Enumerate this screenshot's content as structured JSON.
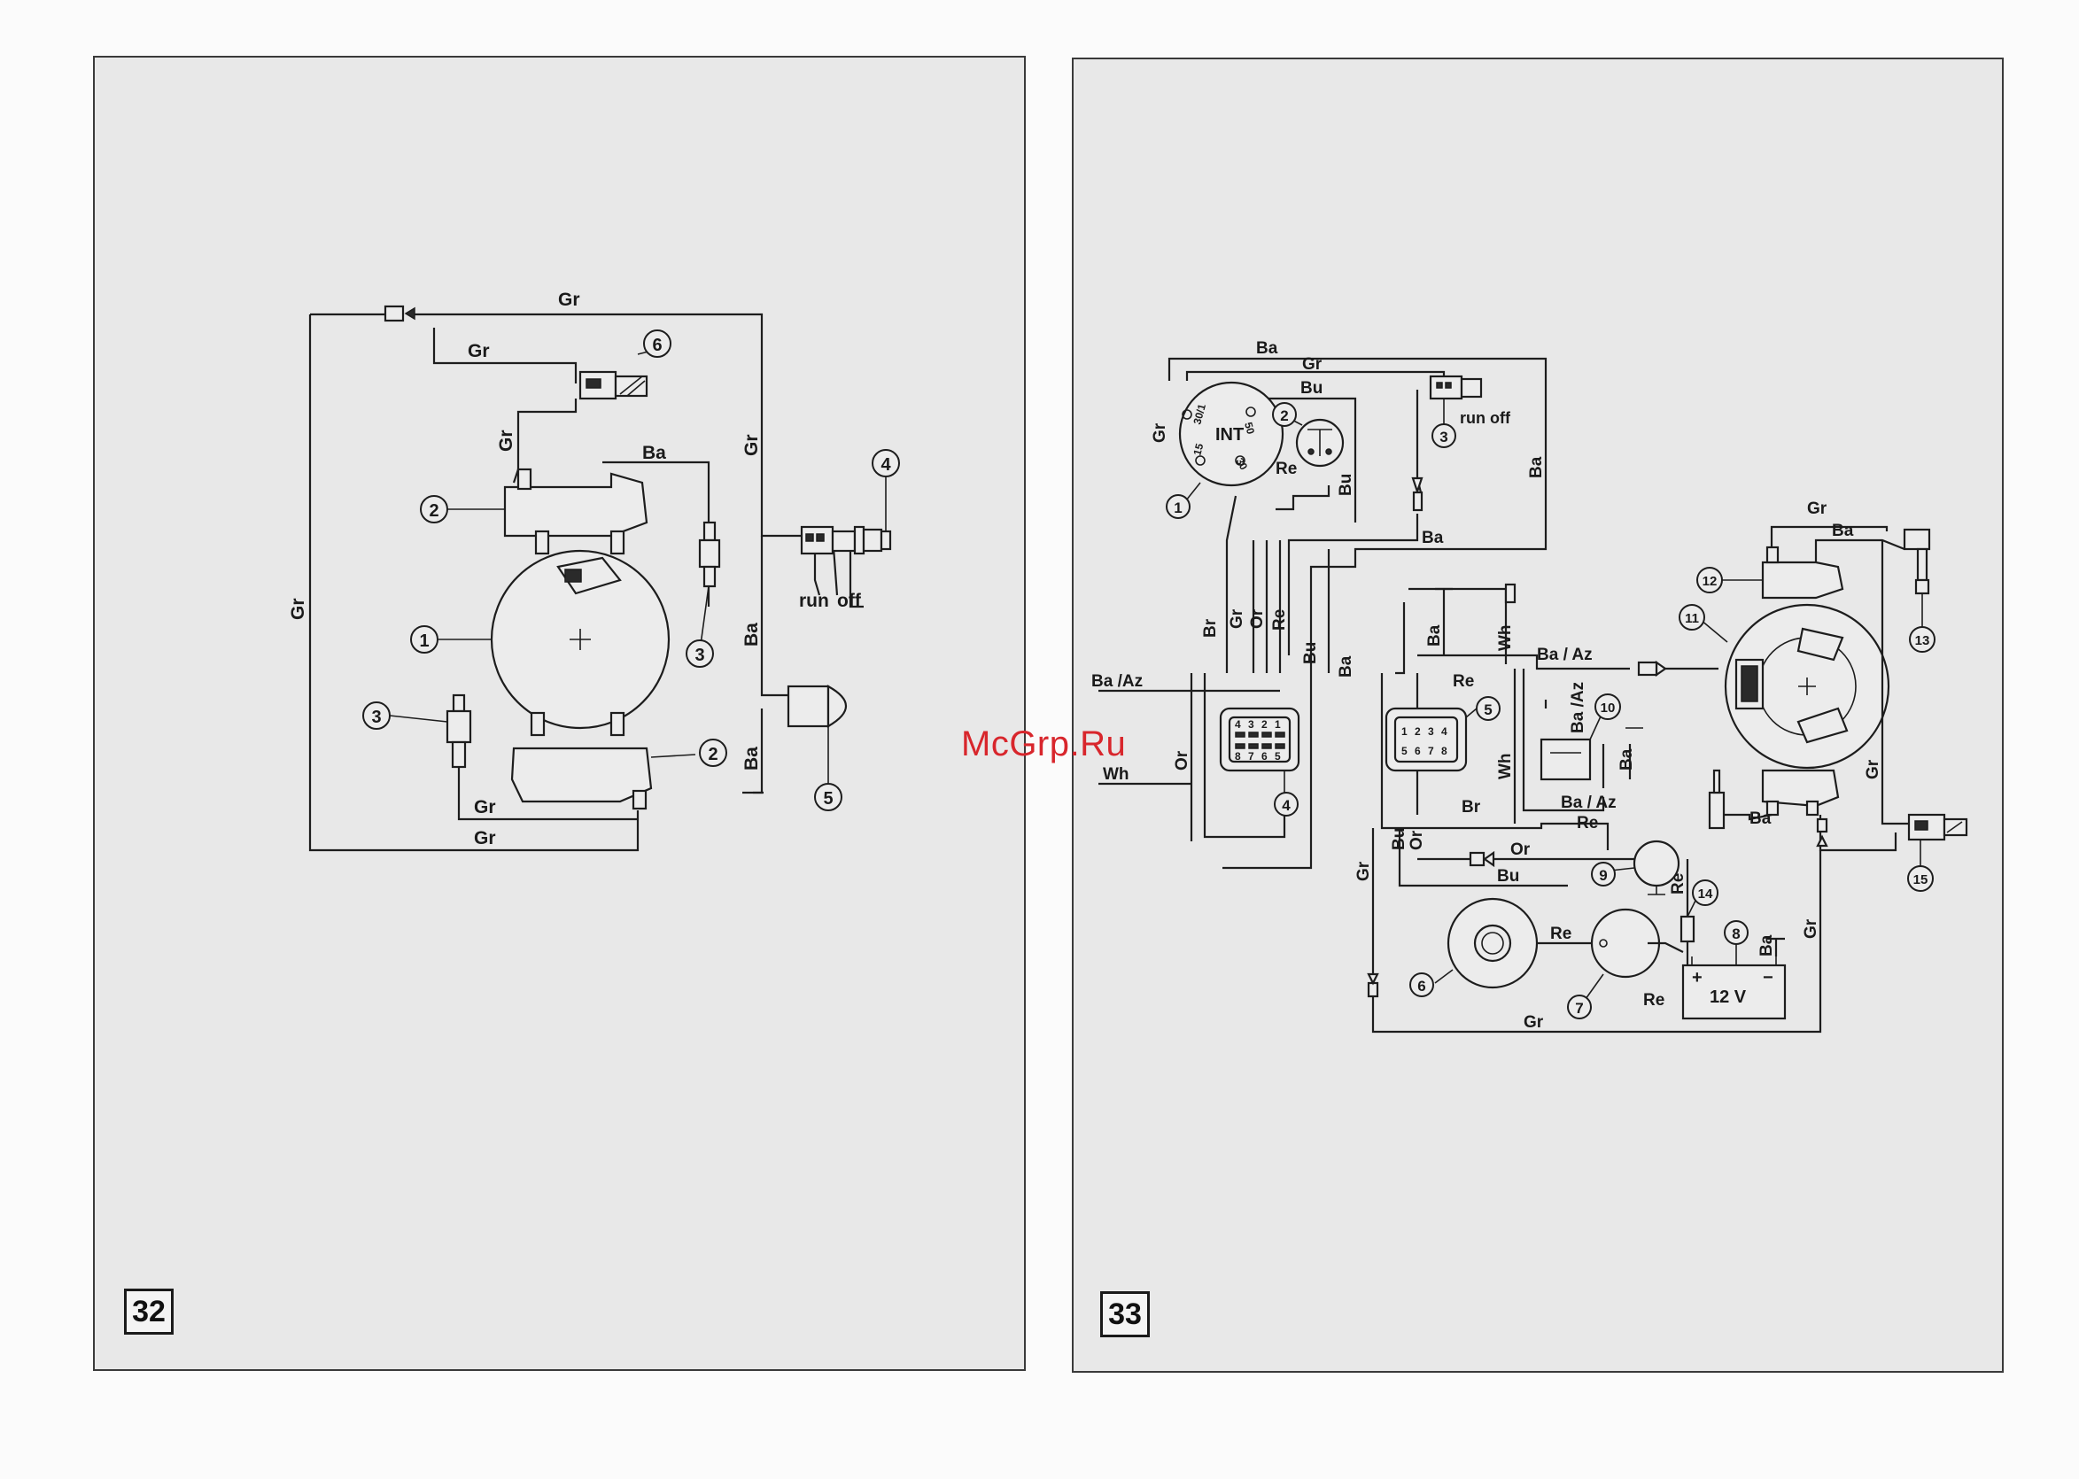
{
  "watermark": "McGrp.Ru",
  "figure_left": {
    "number": "32",
    "wire_labels": [
      "Gr",
      "Gr",
      "Gr",
      "Ba",
      "Gr",
      "Gr",
      "Ba",
      "Ba",
      "Gr",
      "Gr"
    ],
    "switch_labels": [
      "run",
      "off"
    ],
    "callouts": [
      "6",
      "2",
      "1",
      "3",
      "3",
      "2",
      "4",
      "5"
    ]
  },
  "figure_right": {
    "number": "33",
    "switch_text": "INT",
    "switch_terminals": [
      "30/1",
      "50",
      "15",
      "30"
    ],
    "wire_labels": [
      "Ba",
      "Gr",
      "Bu",
      "Gr",
      "Re",
      "Bu",
      "Ba",
      "Ba",
      "Br",
      "Gr",
      "Or",
      "Re",
      "Bu",
      "Ba",
      "Ba /Az",
      "Or",
      "Wh",
      "Ba",
      "Wh",
      "Ba / Az",
      "Re",
      "Ba /Az",
      "Ba",
      "Wh",
      "Br",
      "Ba / Az",
      "Re",
      "Gr",
      "Ba",
      "Gr",
      "Ba",
      "Gr",
      "Bu",
      "Or",
      "Or",
      "Bu",
      "Re",
      "Re",
      "Re",
      "Ba",
      "Gr",
      "Gr"
    ],
    "switch_labels": [
      "run",
      "off"
    ],
    "connector4_pins": [
      "4",
      "3",
      "2",
      "1",
      "8",
      "7",
      "6",
      "5"
    ],
    "connector5_pins": [
      "1",
      "2",
      "3",
      "4",
      "5",
      "6",
      "7",
      "8"
    ],
    "battery_label": "12 V",
    "battery_plus": "+",
    "battery_minus": "−",
    "callouts": [
      "1",
      "2",
      "3",
      "4",
      "5",
      "9",
      "10",
      "11",
      "12",
      "13",
      "14",
      "15",
      "6",
      "7",
      "8"
    ]
  }
}
